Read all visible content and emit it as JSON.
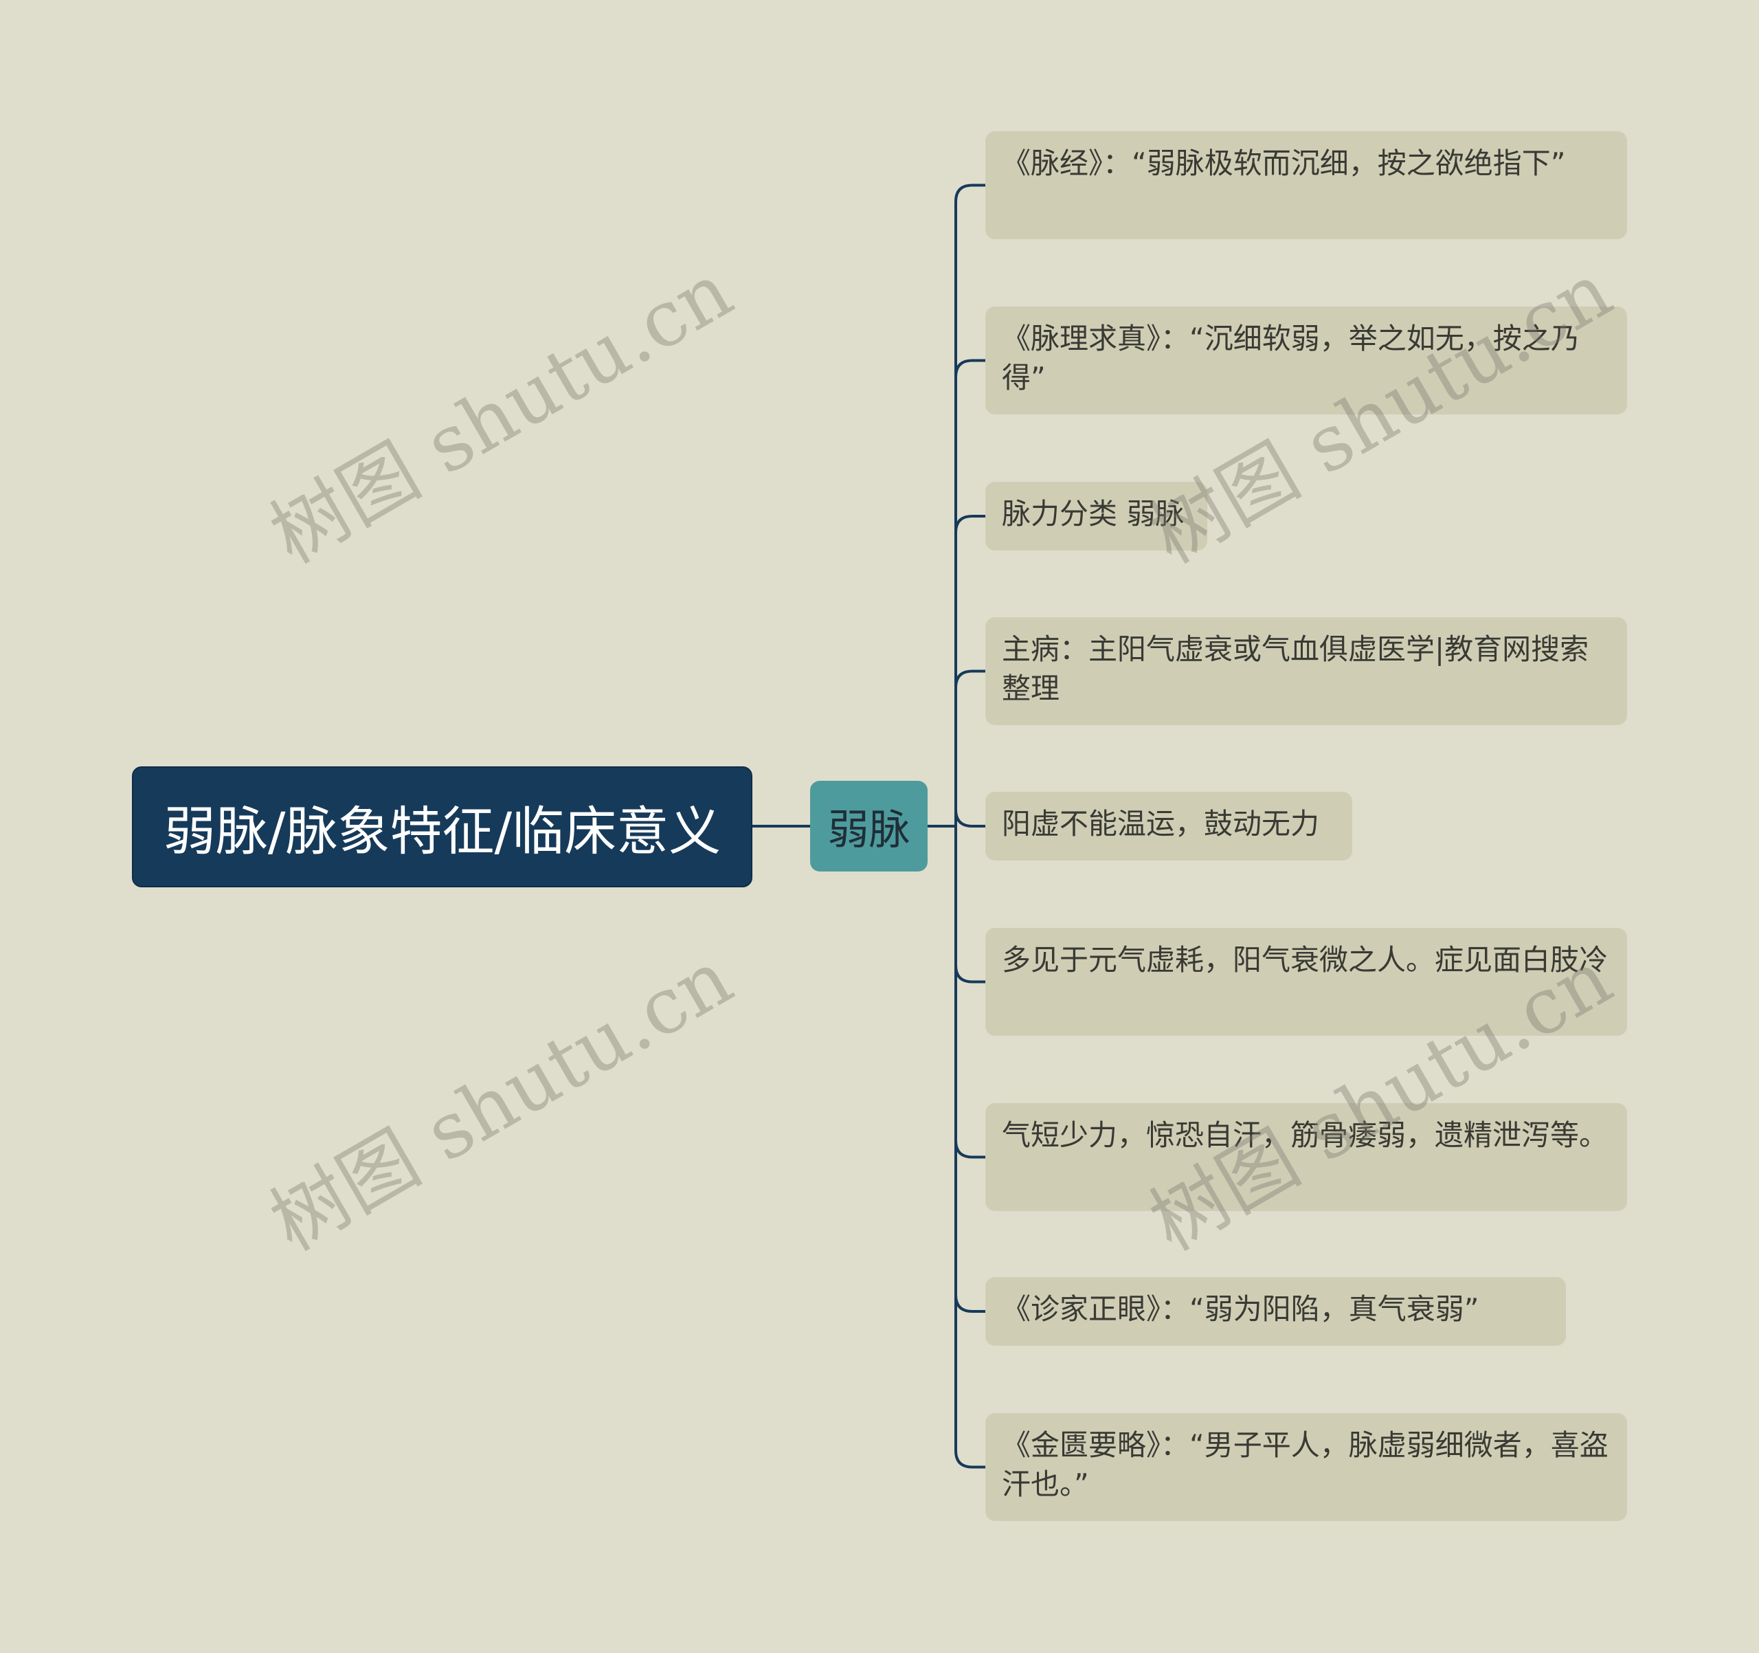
{
  "root": {
    "label": "弱脉/脉象特征/临床意义"
  },
  "branch": {
    "label": "弱脉"
  },
  "leaves": [
    {
      "label": "《脉经》：“弱脉极软而沉细，按之欲绝指下”"
    },
    {
      "label": "《脉理求真》：“沉细软弱，举之如无，按之乃得”"
    },
    {
      "label": "脉力分类 弱脉"
    },
    {
      "label": "主病：主阳气虚衰或气血俱虚医学|教育网搜索整理"
    },
    {
      "label": "阳虚不能温运，鼓动无力"
    },
    {
      "label": "多见于元气虚耗，阳气衰微之人。症见面白肢冷"
    },
    {
      "label": "气短少力，惊恐自汗，筋骨痿弱，遗精泄泻等。"
    },
    {
      "label": "《诊家正眼》：“弱为阳陷，真气衰弱”"
    },
    {
      "label": "《金匮要略》：“男子平人，脉虚弱细微者，喜盗汗也。”"
    }
  ],
  "watermark": {
    "text": "树图 shutu.cn"
  },
  "colors": {
    "background": "#dfddcc",
    "root_fill": "#163a5a",
    "branch_fill": "#4e9b9d",
    "leaf_fill": "#cfceb5",
    "connector": "#163a5a"
  }
}
